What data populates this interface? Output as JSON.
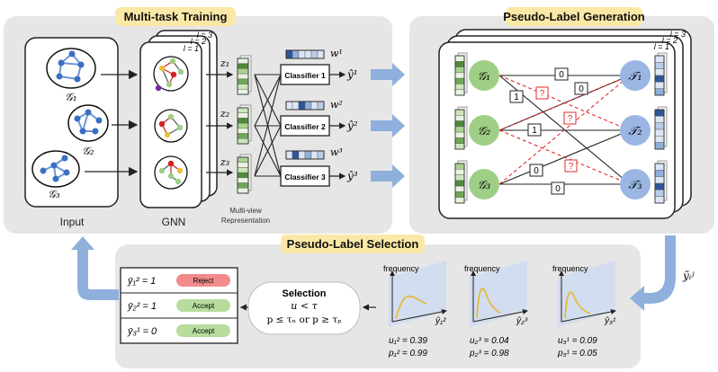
{
  "panels": {
    "multi_task": {
      "title": "Multi-task Training"
    },
    "pseudo_gen": {
      "title": "Pseudo-Label Generation"
    },
    "pseudo_sel": {
      "title": "Pseudo-Label Selection"
    }
  },
  "multi_task": {
    "input_label": "Input",
    "gnn_label": "GNN",
    "multiview_label_1": "Multi-view",
    "multiview_label_2": "Representation",
    "graphs": [
      "𝒢₁",
      "𝒢₂",
      "𝒢₃"
    ],
    "layers": [
      "l = 3",
      "l = 2",
      "l = 1"
    ],
    "views": [
      "z₁",
      "z₂",
      "z₃"
    ],
    "classifiers": [
      "Classifier 1",
      "Classifier 2",
      "Classifier 3"
    ],
    "weights": [
      "w¹",
      "w²",
      "w³"
    ],
    "outputs": [
      "ŷ¹",
      "ŷ²",
      "ŷ³"
    ]
  },
  "pseudo_gen": {
    "layers": [
      "l = 3",
      "l = 2",
      "l = 1"
    ],
    "sources": [
      "𝒢₁",
      "𝒢₂",
      "𝒢₃"
    ],
    "targets": [
      "𝒯₁",
      "𝒯₂",
      "𝒯₃"
    ],
    "edge_labels": [
      "0",
      "0",
      "1",
      "1",
      "0",
      "0"
    ],
    "unknown_label": "?",
    "output_label": "ỹᵢʲ"
  },
  "selection": {
    "box_title": "Selection",
    "line1": "u < τ",
    "line2": "p ≤ τₙ or p ≥ τₚ",
    "rows": [
      {
        "label": "ȳ₁² = 1",
        "decision": "Reject",
        "color": "#f28b8b"
      },
      {
        "label": "ȳ₂² = 1",
        "decision": "Accept",
        "color": "#b7dc9e"
      },
      {
        "label": "ȳ₃¹ = 0",
        "decision": "Accept",
        "color": "#b7dc9e"
      }
    ],
    "plots": [
      {
        "ylabel": "frequency",
        "xlabel": "ŷ₁²",
        "u": "u₁² = 0.39",
        "p": "p₁² = 0.99"
      },
      {
        "ylabel": "frequency",
        "xlabel": "ŷ₂³",
        "u": "u₂³ = 0.04",
        "p": "p₂³ = 0.98"
      },
      {
        "ylabel": "frequency",
        "xlabel": "ŷ₃¹",
        "u": "u₃¹ = 0.09",
        "p": "p₃¹ = 0.05"
      }
    ]
  },
  "colors": {
    "panel_bg": "#e6e6e6",
    "title_bg": "#fce8a6",
    "arrow_blue": "#8fb0dc",
    "node_blue": "#6f95d3",
    "node_green": "#9fcf86",
    "target_blue": "#9bb6e3",
    "dashed_red": "#e22b2b"
  }
}
